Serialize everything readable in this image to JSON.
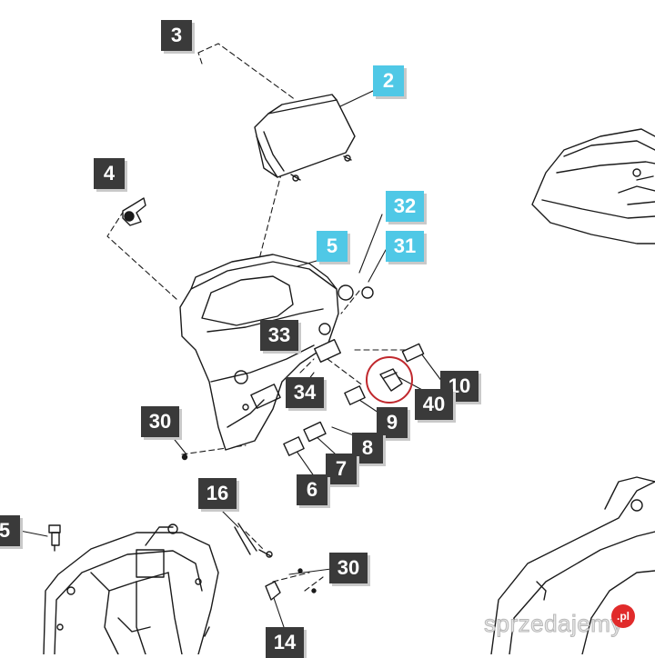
{
  "callouts": {
    "c3": "3",
    "c2": "2",
    "c4": "4",
    "c32": "32",
    "c31": "31",
    "c5": "5",
    "c33": "33",
    "c34": "34",
    "c10": "10",
    "c40": "40",
    "c9": "9",
    "c30a": "30",
    "c8": "8",
    "c7": "7",
    "c6": "6",
    "c16": "16",
    "c15": "5",
    "c30b": "30",
    "c14": "14"
  },
  "colors": {
    "callout_dark": "#3a3a3a",
    "callout_cyan": "#4fc8e6",
    "highlight_circle": "#c0282d",
    "line_art": "#1a1a1a"
  },
  "watermark": {
    "text": "sprzedajemy",
    "badge": ".pl"
  }
}
